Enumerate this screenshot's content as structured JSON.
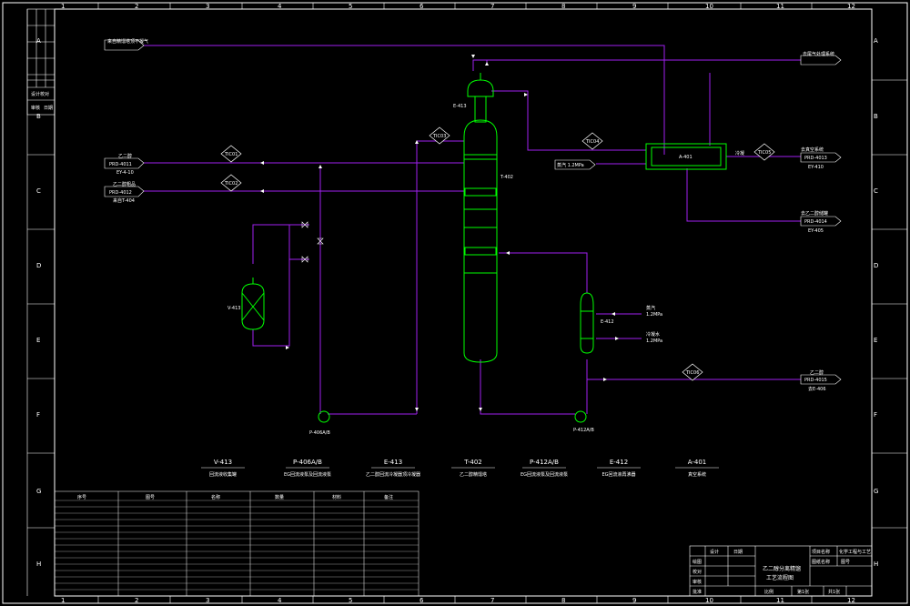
{
  "colors": {
    "background": "#000000",
    "frame": "#ffffff",
    "pipe": "#a020f0",
    "equipment": "#00ff00",
    "text": "#ffffff"
  },
  "grid": {
    "columns": [
      "1",
      "2",
      "3",
      "4",
      "5",
      "6",
      "7",
      "8",
      "9",
      "10",
      "11",
      "12"
    ],
    "rows": [
      "A",
      "B",
      "C",
      "D",
      "E",
      "F",
      "G",
      "H"
    ]
  },
  "instruments": {
    "t1": "TIC01",
    "t2": "TIC02",
    "t3": "TIC03",
    "t4": "TIC04",
    "t5": "TIC05",
    "t6": "TIC06"
  },
  "streams": {
    "in1_name": "乙二醇",
    "in1_tag": "PRD-4011",
    "in1_sub": "EY-4-10",
    "in2_name": "乙二醇粗品",
    "in2_tag": "PRD-4012",
    "in2_sub": "来自T-404",
    "top_left": "来自精馏塔顶不凝气",
    "top_right": "去尾气处理系统",
    "steam_in": "蒸汽 1.2MPa",
    "out1_name": "去真空系统",
    "out1_tag": "PRD-4013",
    "out1_sub": "EY-410",
    "out2_name": "去乙二醇储罐",
    "out2_tag": "PRD-4014",
    "out2_sub": "EY-405",
    "steam_r1": "蒸汽",
    "steam_r1b": "1.2MPa",
    "cond_r2": "冷凝水",
    "cond_r2b": "1.2MPa",
    "bot_name": "乙二醇",
    "bot_tag": "PRD-4015",
    "bot_sub": "去E-406",
    "cond_label": "冷凝"
  },
  "equipment_tags": {
    "e413": "E-413",
    "t402": "T-402",
    "v413": "V-413",
    "a401": "A-401",
    "e412": "E-412",
    "p406": "P-406A/B",
    "p412": "P-412A/B"
  },
  "equipment_list": [
    {
      "tag": "V-413",
      "desc": "回流液收集罐"
    },
    {
      "tag": "P-406A/B",
      "desc": "EG回流液泵及回流液泵"
    },
    {
      "tag": "E-413",
      "desc": "乙二醇回流冷凝器顶冷凝器"
    },
    {
      "tag": "T-402",
      "desc": "乙二醇精馏塔"
    },
    {
      "tag": "P-412A/B",
      "desc": "EG回流液泵及回流液泵"
    },
    {
      "tag": "E-412",
      "desc": "EG回流液再沸器"
    },
    {
      "tag": "A-401",
      "desc": "真空系统"
    }
  ],
  "title_block": {
    "title1": "乙二醇分离精馏",
    "title2": "工艺流程图",
    "col1": "设计",
    "col2": "日期",
    "r1": "绘图",
    "r2": "校对",
    "r3": "审核",
    "r4": "批准",
    "proj1": "项目名称",
    "proj2": "图纸名称",
    "school": "化学工程与工艺",
    "dno": "图号",
    "scale": "比例",
    "sheet": "第1张",
    "total": "共1张"
  },
  "left_strip": [
    "设计",
    "校对",
    "审核",
    "日期"
  ],
  "bottom_table": {
    "headers": [
      "序号",
      "图号",
      "名称",
      "数量",
      "材料",
      "备注"
    ]
  }
}
